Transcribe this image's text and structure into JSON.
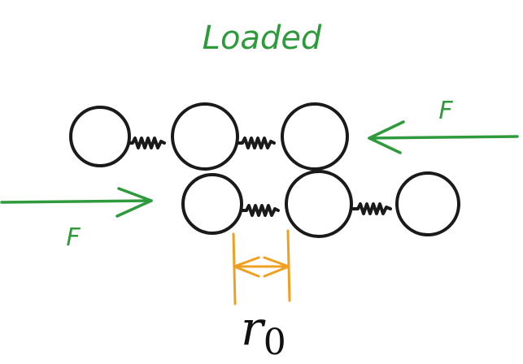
{
  "title": "Loaded",
  "force_label_top": "F",
  "force_label_bottom": "F",
  "distance_label": {
    "symbol": "r",
    "subscript": "0"
  },
  "colors": {
    "title": "#2e9a3c",
    "force": "#2e9a3c",
    "outline": "#1a1a1a",
    "dimension": "#f0a020"
  },
  "chains": {
    "top_row_atoms": 3,
    "bottom_row_atoms": 3
  }
}
